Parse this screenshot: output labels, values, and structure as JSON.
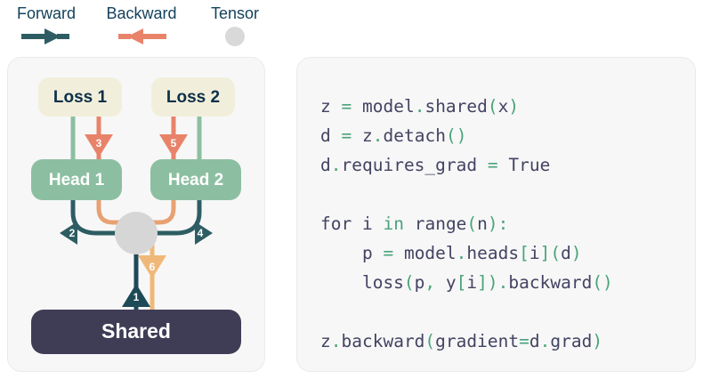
{
  "legend": {
    "items": [
      {
        "label": "Forward",
        "icon": "arrow-right-icon",
        "color": "#2d5d63"
      },
      {
        "label": "Backward",
        "icon": "arrow-left-icon",
        "color": "#e8836a"
      },
      {
        "label": "Tensor",
        "icon": "circle-icon",
        "color": "#d9d9d9"
      }
    ]
  },
  "diagram": {
    "nodes": [
      {
        "id": "loss1",
        "label": "Loss 1",
        "fill": "#f1efdb",
        "text_color": "#0d3049"
      },
      {
        "id": "loss2",
        "label": "Loss 2",
        "fill": "#f1efdb",
        "text_color": "#0d3049"
      },
      {
        "id": "head1",
        "label": "Head 1",
        "fill": "#8cbfa1",
        "text_color": "#ffffff"
      },
      {
        "id": "head2",
        "label": "Head 2",
        "fill": "#8cbfa1",
        "text_color": "#ffffff"
      },
      {
        "id": "shared",
        "label": "Shared",
        "fill": "#3f3d56",
        "text_color": "#ffffff"
      },
      {
        "id": "tensor",
        "label": "",
        "fill": "#d6d6d6",
        "text_color": "#ffffff"
      }
    ],
    "steps": [
      {
        "number": "1",
        "from": "shared",
        "to": "tensor",
        "kind": "forward",
        "color": "#1e4a57"
      },
      {
        "number": "2",
        "from": "tensor",
        "to": "head1",
        "kind": "forward",
        "color": "#2d5d63"
      },
      {
        "number": "3",
        "from": "loss1",
        "to": "head1",
        "kind": "backward",
        "color": "#e8836a"
      },
      {
        "number": "4",
        "from": "tensor",
        "to": "head2",
        "kind": "forward",
        "color": "#2d5d63"
      },
      {
        "number": "5",
        "from": "loss2",
        "to": "head2",
        "kind": "backward",
        "color": "#e8836a"
      },
      {
        "number": "6",
        "from": "tensor",
        "to": "shared",
        "kind": "backward",
        "color": "#f0b878"
      }
    ]
  },
  "code": {
    "language": "python",
    "lines": [
      [
        {
          "t": "z",
          "c": "id"
        },
        {
          "t": " ",
          "c": "id"
        },
        {
          "t": "=",
          "c": "punc"
        },
        {
          "t": " ",
          "c": "id"
        },
        {
          "t": "model",
          "c": "id"
        },
        {
          "t": ".",
          "c": "punc"
        },
        {
          "t": "shared",
          "c": "id"
        },
        {
          "t": "(",
          "c": "punc"
        },
        {
          "t": "x",
          "c": "id"
        },
        {
          "t": ")",
          "c": "punc"
        }
      ],
      [
        {
          "t": "d",
          "c": "id"
        },
        {
          "t": " ",
          "c": "id"
        },
        {
          "t": "=",
          "c": "punc"
        },
        {
          "t": " ",
          "c": "id"
        },
        {
          "t": "z",
          "c": "id"
        },
        {
          "t": ".",
          "c": "punc"
        },
        {
          "t": "detach",
          "c": "id"
        },
        {
          "t": "()",
          "c": "punc"
        }
      ],
      [
        {
          "t": "d",
          "c": "id"
        },
        {
          "t": ".",
          "c": "punc"
        },
        {
          "t": "requires_grad",
          "c": "id"
        },
        {
          "t": " ",
          "c": "id"
        },
        {
          "t": "=",
          "c": "punc"
        },
        {
          "t": " ",
          "c": "id"
        },
        {
          "t": "True",
          "c": "id"
        }
      ],
      [],
      [
        {
          "t": "for",
          "c": "id"
        },
        {
          "t": " ",
          "c": "id"
        },
        {
          "t": "i",
          "c": "id"
        },
        {
          "t": " ",
          "c": "id"
        },
        {
          "t": "in",
          "c": "kw"
        },
        {
          "t": " ",
          "c": "id"
        },
        {
          "t": "range",
          "c": "id"
        },
        {
          "t": "(",
          "c": "punc"
        },
        {
          "t": "n",
          "c": "id"
        },
        {
          "t": "):",
          "c": "punc"
        }
      ],
      [
        {
          "t": "    p",
          "c": "id"
        },
        {
          "t": " ",
          "c": "id"
        },
        {
          "t": "=",
          "c": "punc"
        },
        {
          "t": " ",
          "c": "id"
        },
        {
          "t": "model",
          "c": "id"
        },
        {
          "t": ".",
          "c": "punc"
        },
        {
          "t": "heads",
          "c": "id"
        },
        {
          "t": "[",
          "c": "punc"
        },
        {
          "t": "i",
          "c": "id"
        },
        {
          "t": "](",
          "c": "punc"
        },
        {
          "t": "d",
          "c": "id"
        },
        {
          "t": ")",
          "c": "punc"
        }
      ],
      [
        {
          "t": "    loss",
          "c": "id"
        },
        {
          "t": "(",
          "c": "punc"
        },
        {
          "t": "p",
          "c": "id"
        },
        {
          "t": ", ",
          "c": "punc"
        },
        {
          "t": "y",
          "c": "id"
        },
        {
          "t": "[",
          "c": "punc"
        },
        {
          "t": "i",
          "c": "id"
        },
        {
          "t": "])",
          "c": "punc"
        },
        {
          "t": ".",
          "c": "punc"
        },
        {
          "t": "backward",
          "c": "id"
        },
        {
          "t": "()",
          "c": "punc"
        }
      ],
      [],
      [
        {
          "t": "z",
          "c": "id"
        },
        {
          "t": ".",
          "c": "punc"
        },
        {
          "t": "backward",
          "c": "id"
        },
        {
          "t": "(",
          "c": "punc"
        },
        {
          "t": "gradient",
          "c": "id"
        },
        {
          "t": "=",
          "c": "punc"
        },
        {
          "t": "d",
          "c": "id"
        },
        {
          "t": ".",
          "c": "punc"
        },
        {
          "t": "grad",
          "c": "id"
        },
        {
          "t": ")",
          "c": "punc"
        }
      ]
    ]
  }
}
